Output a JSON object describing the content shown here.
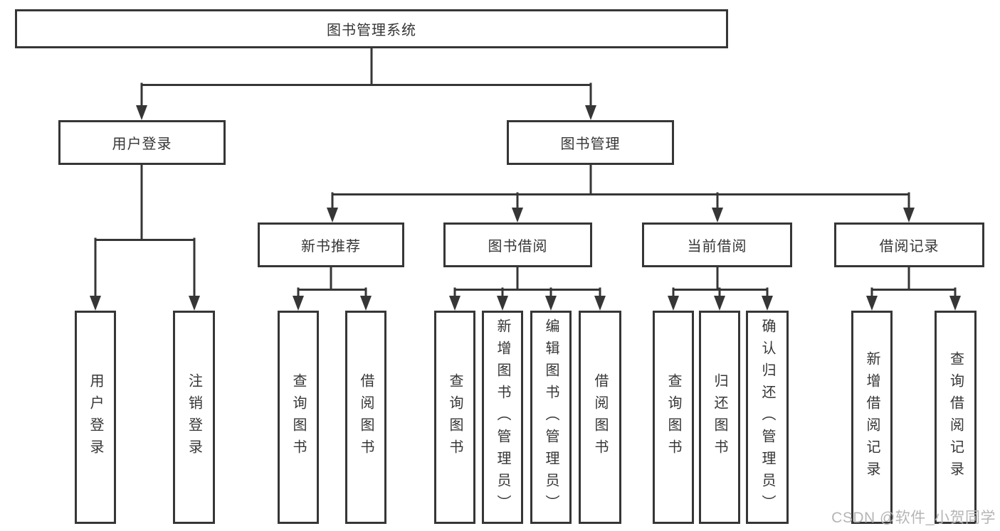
{
  "diagram_title": "图书管理系统",
  "watermark": {
    "text": "CSDN @软件_小贺同学"
  },
  "colors": {
    "line": "#363636",
    "box_border": "#363636",
    "text": "#363636",
    "watermark": "#b5b5b5",
    "background": "#ffffff"
  },
  "tree": {
    "label": "图书管理系统",
    "children": [
      {
        "label": "用户登录",
        "children": [
          {
            "label": "用户登录"
          },
          {
            "label": "注销登录"
          }
        ]
      },
      {
        "label": "图书管理",
        "children": [
          {
            "label": "新书推荐",
            "children": [
              {
                "label": "查询图书"
              },
              {
                "label": "借阅图书"
              }
            ]
          },
          {
            "label": "图书借阅",
            "children": [
              {
                "label": "查询图书"
              },
              {
                "label": "新增图书（管理员）"
              },
              {
                "label": "编辑图书（管理员）"
              },
              {
                "label": "借阅图书"
              }
            ]
          },
          {
            "label": "当前借阅",
            "children": [
              {
                "label": "查询图书"
              },
              {
                "label": "归还图书"
              },
              {
                "label": "确认归还（管理员）"
              }
            ]
          },
          {
            "label": "借阅记录",
            "children": [
              {
                "label": "新增借阅记录"
              },
              {
                "label": "查询借阅记录"
              }
            ]
          }
        ]
      }
    ]
  }
}
